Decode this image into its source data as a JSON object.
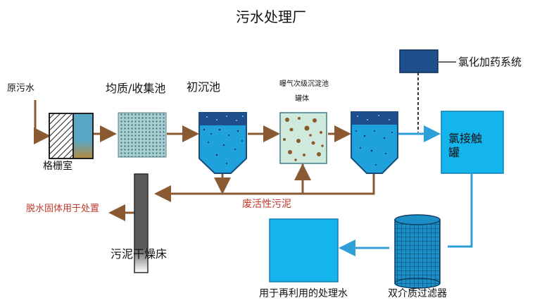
{
  "title": "污水处理厂",
  "labels": {
    "raw_sewage": "原污水",
    "grit_chamber": "格栅室",
    "equalization_tank": "均质/收集池",
    "primary_clarifier": "初沉池",
    "aeration_line1": "曝气次级沉淀池",
    "aeration_line2": "罐体",
    "chlorination_system": "氯化加药系统",
    "contact_tank_line1": "氯接触",
    "contact_tank_line2": "罐",
    "dewatered_solids": "脱水固体用于处置",
    "waste_activated_sludge": "废活性污泥",
    "sludge_drying_bed": "污泥干燥床",
    "reuse_water": "用于再利用的处理水",
    "dual_media_filter": "双介质过滤器"
  },
  "colors": {
    "sludge_line": "#8a5a32",
    "water_line": "#2f9fd8",
    "tank_blue": "#1fa1dc",
    "tank_dark": "#1f4e8c",
    "cyan_block": "#13b5ec",
    "red_text": "#c0392b"
  }
}
